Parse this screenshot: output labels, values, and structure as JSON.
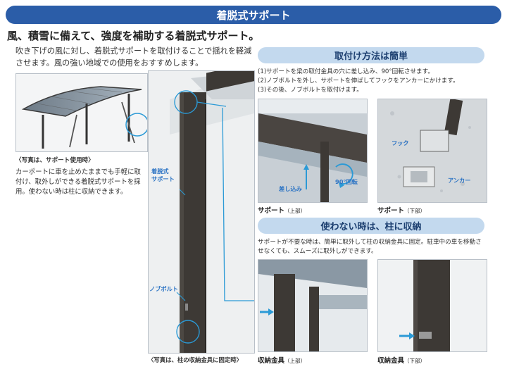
{
  "section_title": "着脱式サポート",
  "headline": "風、積雪に備えて、強度を補助する着脱式サポート。",
  "lead_text": "吹き下げの風に対し、着脱式サポートを取付けることで揺れを軽減させます。風の強い地域での使用をおすすめします。",
  "left_photo": {
    "caption": "〈写真は、サポート使用時〉",
    "description": "カーポートに車を止めたままでも手軽に取付け、取外しができる着脱式サポートを採用。使わない時は柱に収納できます。"
  },
  "center_photo": {
    "label_support": "着脱式\nサポート",
    "label_knob": "ノブボルト",
    "caption": "〈写真は、柱の収納金具に固定時〉"
  },
  "install_section": {
    "title": "取付け方法は簡単",
    "steps": [
      "(1)サポートを梁の取付金具の穴に差し込み、90°回転させます。",
      "(2)ノブボルトを外し、サポートを伸ばしてフックをアンカーにかけます。",
      "(3)その後、ノブボルトを取付けます。"
    ],
    "photo_top": {
      "label_insert": "差し込み",
      "label_rotate": "90°回転",
      "caption": "サポート",
      "caption_sub": "（上部）"
    },
    "photo_bottom": {
      "label_hook": "フック",
      "label_anchor": "アンカー",
      "caption": "サポート",
      "caption_sub": "（下部）"
    }
  },
  "storage_section": {
    "title": "使わない時は、柱に収納",
    "description": "サポートが不要な時は、簡単に取外して柱の収納金具に固定。駐車中の車を移動させなくても、スムーズに取外しができます。",
    "photo_top": {
      "caption": "収納金具",
      "caption_sub": "（上部）"
    },
    "photo_bottom": {
      "caption": "収納金具",
      "caption_sub": "（下部）"
    }
  },
  "colors": {
    "accent": "#2b5da8",
    "pill": "#c3d9ee",
    "label_blue": "#2b73c4",
    "post": "#3d3935"
  }
}
